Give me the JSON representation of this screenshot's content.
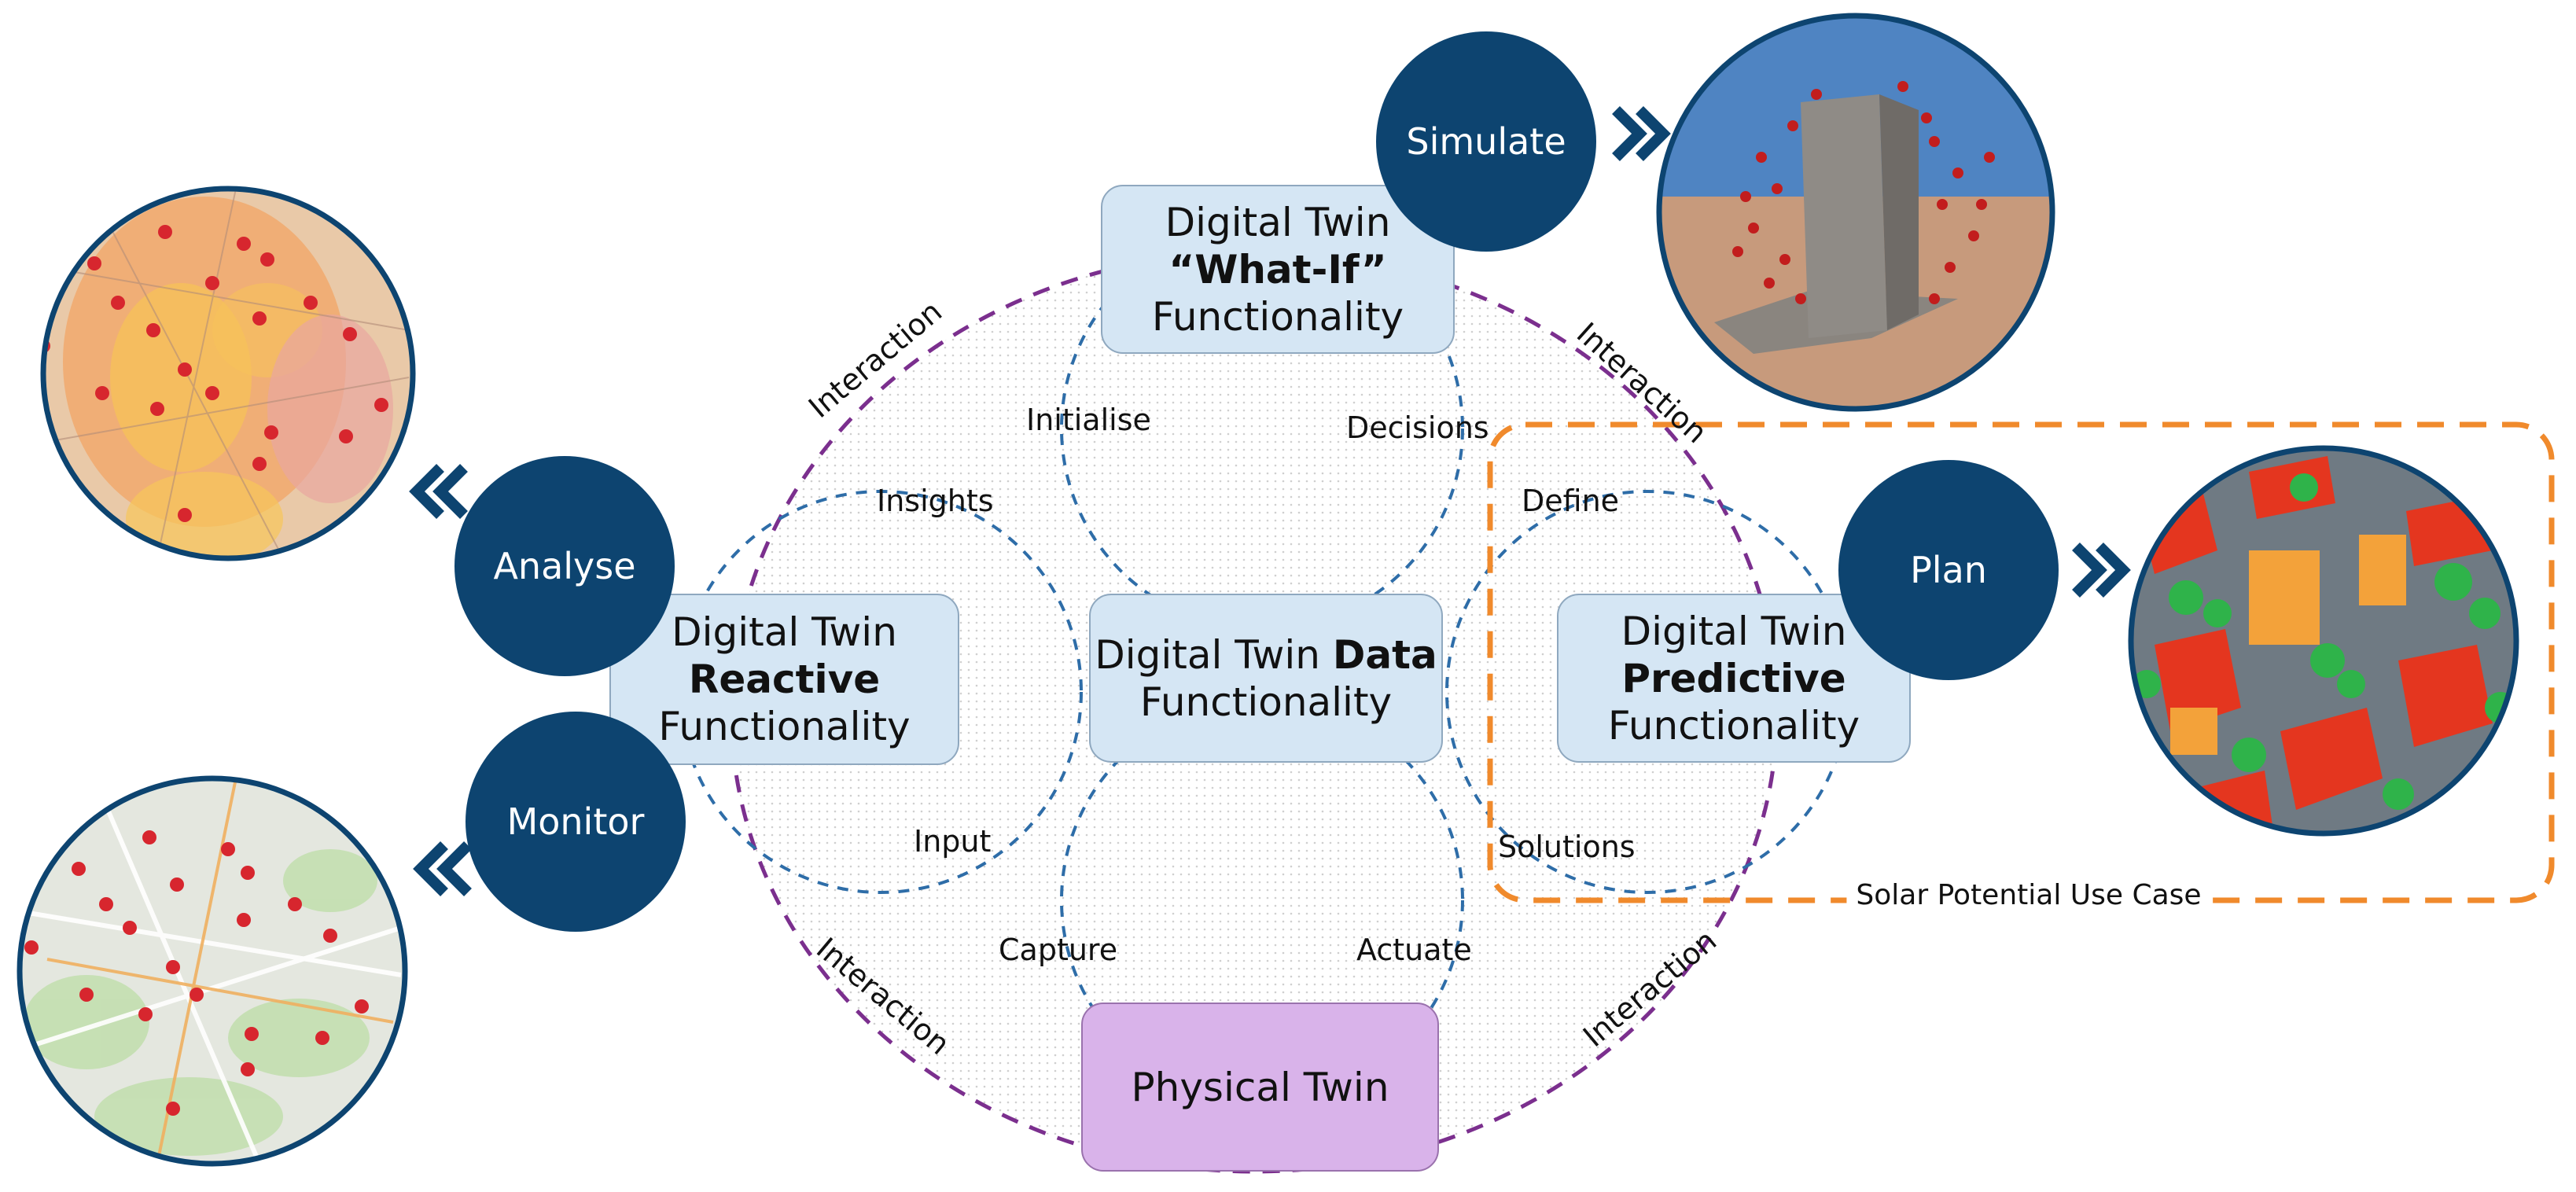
{
  "center_box": {
    "line1": "Digital Twin",
    "line1_bold": "Data",
    "line2": "Functionality"
  },
  "whatif_box": {
    "line1": "Digital Twin",
    "line2_bold": "“What-If”",
    "line3": "Functionality"
  },
  "reactive_box": {
    "line1": "Digital Twin",
    "line2_bold": "Reactive",
    "line3": "Functionality"
  },
  "predictive_box": {
    "line1": "Digital Twin",
    "line2_bold": "Predictive",
    "line3": "Functionality"
  },
  "physical_box": {
    "label": "Physical Twin"
  },
  "loop_labels": {
    "initialise": "Initialise",
    "decisions": "Decisions",
    "insights": "Insights",
    "define": "Define",
    "input": "Input",
    "solutions": "Solutions",
    "capture": "Capture",
    "actuate": "Actuate"
  },
  "interaction_labels": [
    "Interaction",
    "Interaction",
    "Interaction",
    "Interaction"
  ],
  "action_nodes": {
    "simulate": "Simulate",
    "analyse": "Analyse",
    "monitor": "Monitor",
    "plan": "Plan"
  },
  "use_case_label": "Solar Potential Use Case",
  "colors": {
    "node_fill": "#0d4470",
    "box_fill": "#d5e6f4",
    "physical_fill": "#d9b3ea",
    "outer_dash": "#7b2f8e",
    "inner_dash": "#2e6da8",
    "use_case_border": "#f08a2c"
  }
}
